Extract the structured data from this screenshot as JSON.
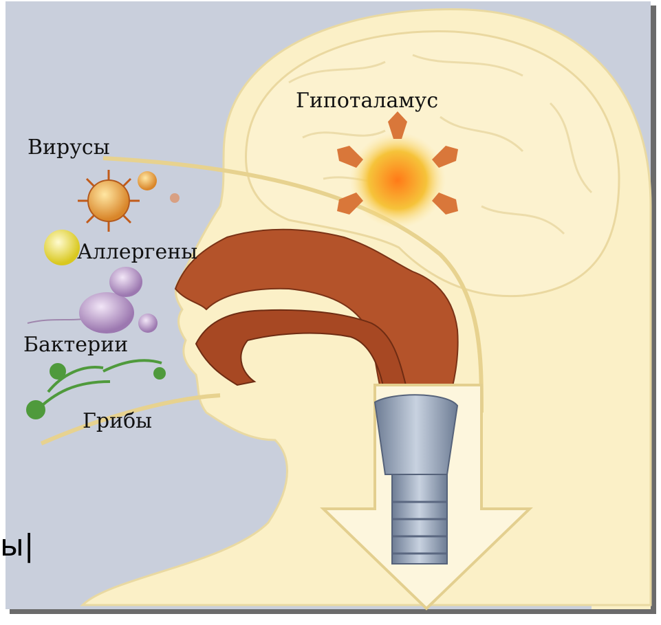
{
  "diagram": {
    "labels": {
      "hypothalamus": "Гипоталамус",
      "viruses": "Вирусы",
      "allergens": "Аллергены",
      "bacteria": "Бактерии",
      "fungi": "Грибы"
    },
    "edge_glyph": "ы|",
    "colors": {
      "background": "#c9cfdc",
      "skin": "#fbf0c7",
      "cavity": "#b4532a",
      "airway": "#8d9bb0",
      "arrow": "#fdf6dd",
      "virus": "#e0892a",
      "allergen": "#e8dc3a",
      "bacteria": "#b79ac7",
      "fungi": "#4f9a3c",
      "hypothalamus_burst": "#f3b52b"
    }
  }
}
